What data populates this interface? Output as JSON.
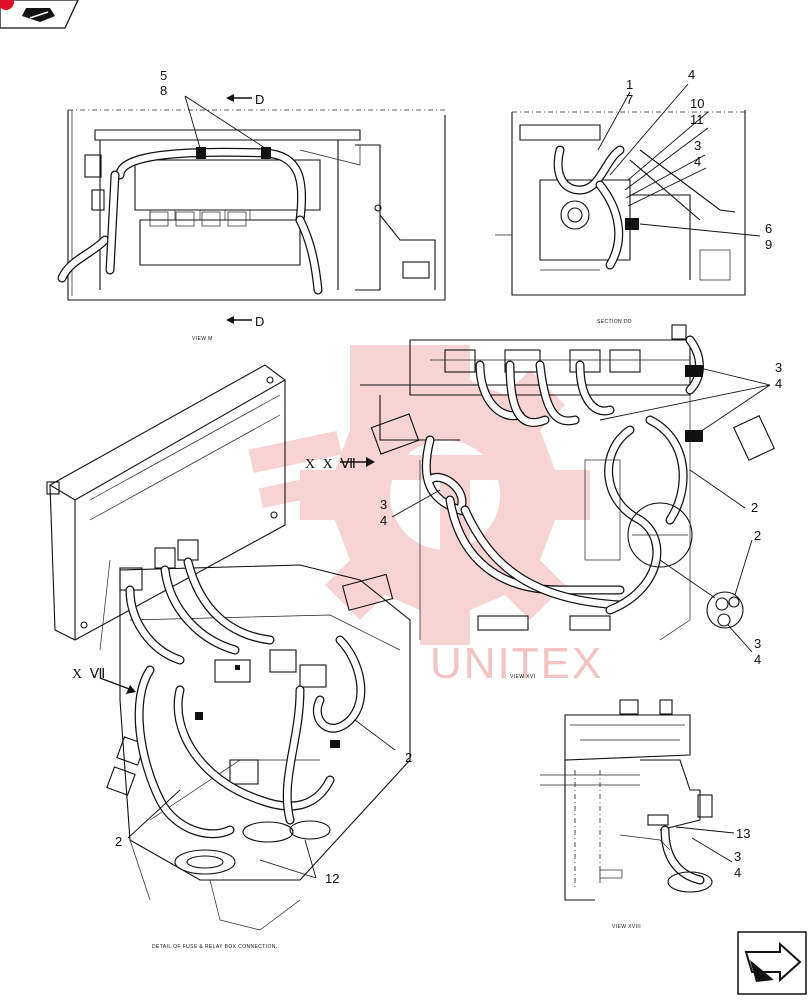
{
  "nav": {
    "back_label": "",
    "next_label": ""
  },
  "views": {
    "view_m_caption": "VIEW M",
    "section_dd_caption": "SECTION DD",
    "view_xvi_caption": "VIEW XVI",
    "view_xviii_caption": "VIEW XVIII",
    "detail_caption": "DETAIL OF FUSE & RELAY BOX CONNECTION."
  },
  "section_markers": {
    "d_top": "D",
    "d_bottom": "D",
    "xxvii": "X X Ⅶ",
    "xvii": "X Ⅶ"
  },
  "callouts": {
    "c5": "5",
    "c8": "8",
    "c1": "1",
    "c7": "7",
    "c4a": "4",
    "c10": "10",
    "c11": "11",
    "c3a": "3",
    "c4b": "4",
    "c6": "6",
    "c9": "9",
    "c3b": "3",
    "c4c": "4",
    "c3c": "3",
    "c4d": "4",
    "c2a": "2",
    "c2b": "2",
    "c3d": "3",
    "c4e": "4",
    "c2c": "2",
    "c2d": "2",
    "c12": "12",
    "c13": "13",
    "c3e": "3",
    "c4f": "4"
  },
  "watermark": {
    "text": "UNITEX",
    "color": "#e9a3a3"
  },
  "colors": {
    "line": "#111111",
    "nav_accent": "#e0102a",
    "watermark": "#f3c3c3"
  }
}
